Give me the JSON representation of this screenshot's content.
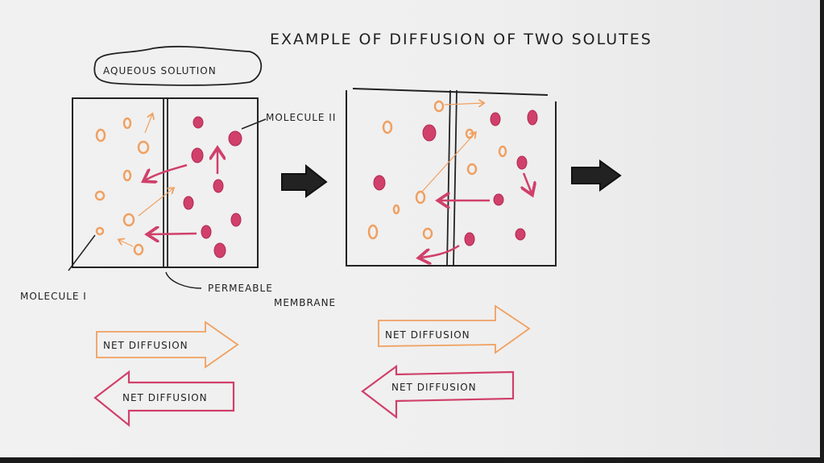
{
  "title": "EXAMPLE OF DIFFUSION OF TWO SOLUTES",
  "labels": {
    "aqueous_solution": "AQUEOUS SOLUTION",
    "molecule_1": "MOLECULE I",
    "molecule_2": "MOLECULE II",
    "membrane_line1": "PERMEABLE",
    "membrane_line2": "MEMBRANE"
  },
  "stage1": {
    "net_diffusion_right": "NET DIFFUSION",
    "net_diffusion_left": "NET DIFFUSION"
  },
  "stage2": {
    "net_diffusion_right": "NET DIFFUSION",
    "net_diffusion_left": "NET DIFFUSION"
  },
  "colors": {
    "molecule_1": "#f0a060",
    "molecule_2": "#d0406a",
    "ink": "#222222"
  }
}
